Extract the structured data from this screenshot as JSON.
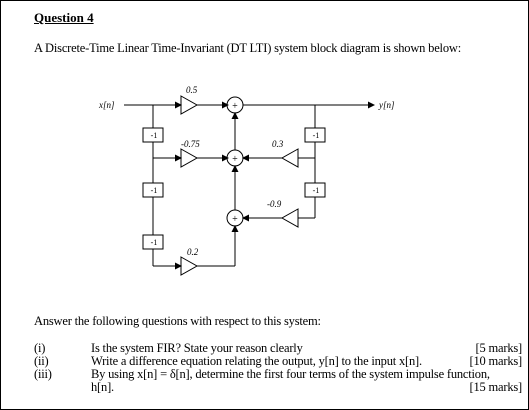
{
  "heading": "Question 4",
  "intro": "A Discrete-Time Linear Time-Invariant (DT LTI) system block diagram is shown below:",
  "diagram": {
    "input_label": "x[n]",
    "output_label": "y[n]",
    "delay_label": "-1",
    "adder_symbol": "+",
    "gains": {
      "b0": "0.5",
      "b1": "-0.75",
      "b3": "0.2",
      "a1": "0.3",
      "a2": "-0.9"
    }
  },
  "answer_prompt": "Answer the following questions with respect to this system:",
  "questions": [
    {
      "num": "(i)",
      "text": "Is the system FIR? State your reason clearly",
      "marks": "[5 marks]"
    },
    {
      "num": "(ii)",
      "text": "Write a difference equation relating the output, y[n] to the input x[n].",
      "marks": "[10 marks]"
    },
    {
      "num": "(iii)",
      "text": "By using x[n] = δ[n], determine the first four terms of the system impulse function,",
      "continuation": "h[n].",
      "marks": "[15 marks]"
    }
  ]
}
